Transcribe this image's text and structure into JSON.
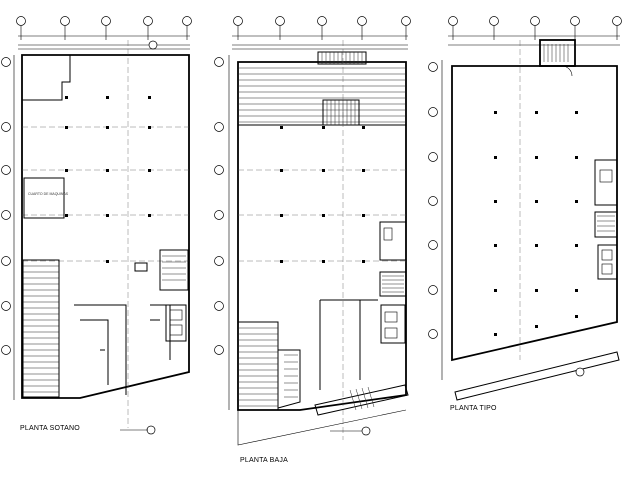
{
  "drawing": {
    "plans": [
      {
        "id": "sotano",
        "title": "PLANTA SOTANO"
      },
      {
        "id": "baja",
        "title": "PLANTA BAJA"
      },
      {
        "id": "tipo",
        "title": "PLANTA TIPO"
      }
    ],
    "room_label": "CUARTO DE MAQUINAS",
    "colors": {
      "line": "#000000",
      "background": "#ffffff"
    }
  }
}
